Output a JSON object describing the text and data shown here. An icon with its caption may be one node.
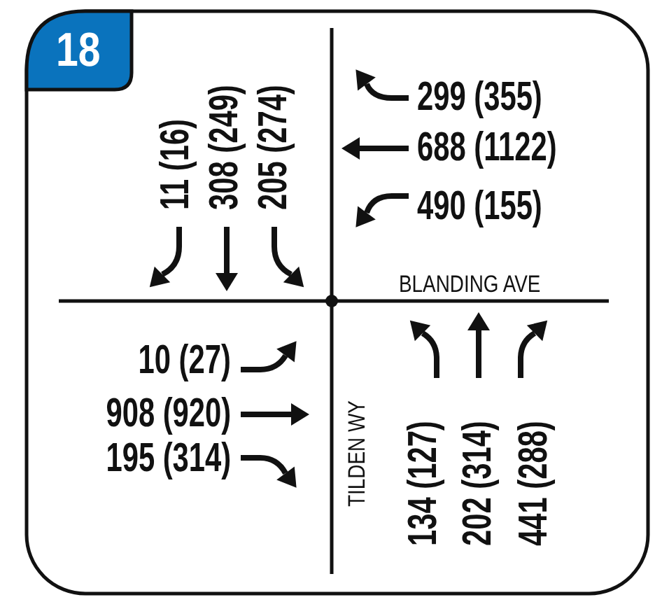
{
  "diagram": {
    "labels": [
      "18",
      "11 (16)",
      "308 (249)",
      "205 (274)",
      "299 (355)",
      "688 (1122)",
      "490 (155)",
      "BLANDING AVE",
      "10 (27)",
      "908 (920)",
      "195 (314)",
      "TILDEN WY",
      "134 (127)",
      "202 (314)",
      "441 (288)"
    ]
  }
}
